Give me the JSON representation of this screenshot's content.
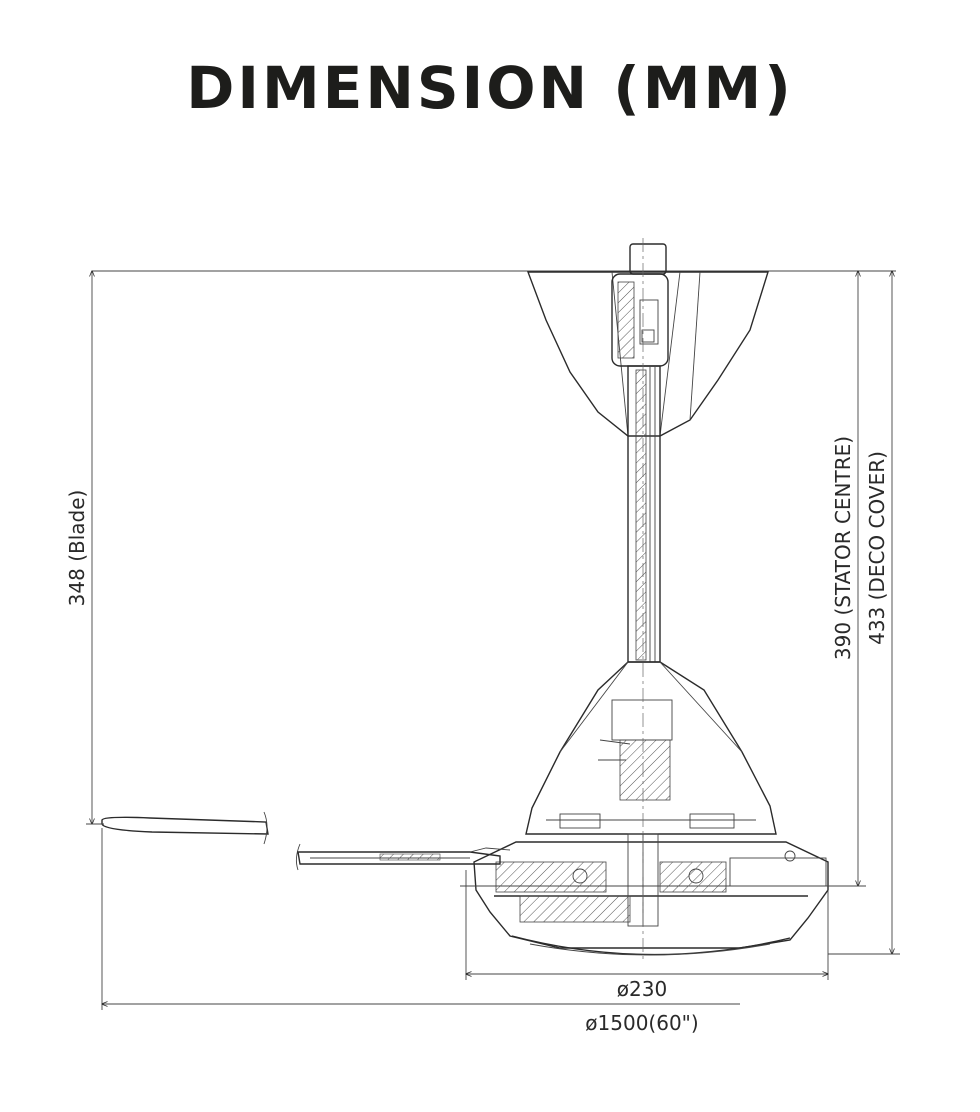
{
  "title": "DIMENSION (MM)",
  "colors": {
    "ink": "#1d1d1b",
    "line": "#2b2b2b",
    "background": "#ffffff"
  },
  "dimensions": {
    "blade_height": "348 (Blade)",
    "stator_centre": "390 (STATOR CENTRE)",
    "deco_cover": "433 (DECO COVER)",
    "motor_diameter": "ø230",
    "sweep_diameter": "ø1500(60\")"
  }
}
